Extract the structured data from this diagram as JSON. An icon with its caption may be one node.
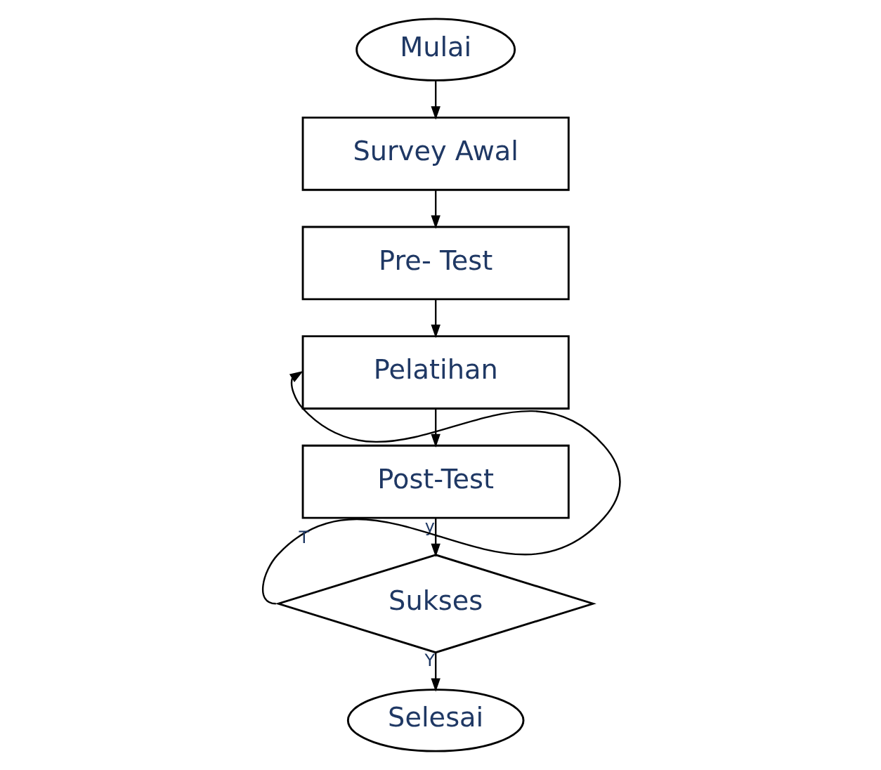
{
  "diagram": {
    "nodes": [
      {
        "text": [
          "Mulai"
        ]
      },
      {
        "text": [
          "Survey Awal"
        ]
      },
      {
        "text": [
          "Pre- Test"
        ]
      },
      {
        "text": [
          "Pelatihan"
        ]
      },
      {
        "text": [
          "Post-Test"
        ]
      },
      {
        "text": [
          "Sukses"
        ]
      },
      {
        "text": [
          "Selesai"
        ]
      }
    ],
    "edges": [
      {
        "from": 0,
        "to": 1,
        "arrow": "to"
      },
      {
        "from": 1,
        "to": 2,
        "arrow": "to"
      },
      {
        "from": 2,
        "to": 3,
        "arrow": "to"
      },
      {
        "from": 3,
        "to": 4,
        "arrow": "to"
      },
      {
        "from": 4,
        "to": 5,
        "arrow": "to",
        "label": "y"
      },
      {
        "from": 5,
        "to": 3,
        "arrow": "to",
        "label": "T"
      },
      {
        "from": 5,
        "to": 6,
        "arrow": "to",
        "label": "Y"
      }
    ]
  }
}
